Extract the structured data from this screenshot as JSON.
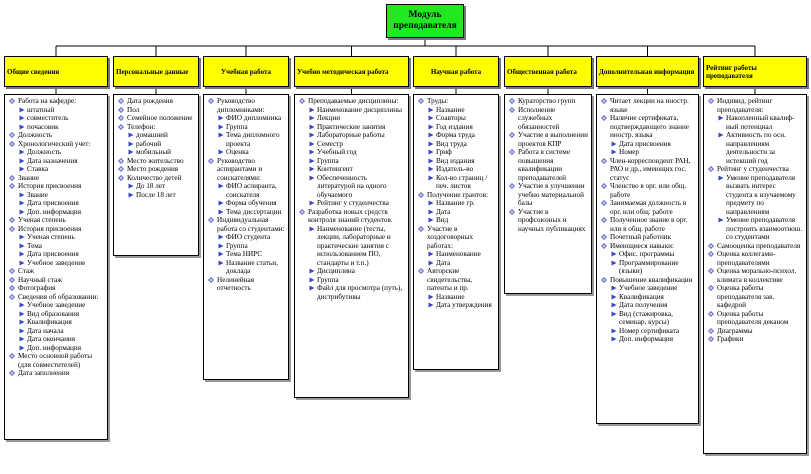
{
  "root": {
    "title": "Модуль преподавателя"
  },
  "colors": {
    "root_fill": "#22e822",
    "header_fill": "#ffff00",
    "l1_bullet": "#5560c8",
    "l2_bullet": "#3a48c0"
  },
  "icons": {
    "level1": "diamond-bullet-icon",
    "level2": "arrow-bullet-icon"
  },
  "columns": [
    {
      "header": "Общие сведения",
      "items": [
        {
          "t": "Работа на кафедре:",
          "lvl": 1
        },
        {
          "t": "штатный",
          "lvl": 2
        },
        {
          "t": "совместитель",
          "lvl": 2
        },
        {
          "t": "почасовик",
          "lvl": 2
        },
        {
          "t": "Должность",
          "lvl": 1
        },
        {
          "t": "Хронологический учет:",
          "lvl": 1
        },
        {
          "t": "Должность",
          "lvl": 2
        },
        {
          "t": "Дата назначения",
          "lvl": 2
        },
        {
          "t": "Ставка",
          "lvl": 2
        },
        {
          "t": "Звание",
          "lvl": 1
        },
        {
          "t": "История присвоения",
          "lvl": 1
        },
        {
          "t": "Звание",
          "lvl": 2
        },
        {
          "t": "Дата присвоения",
          "lvl": 2
        },
        {
          "t": "Доп. информация",
          "lvl": 2
        },
        {
          "t": "Ученая степень",
          "lvl": 1
        },
        {
          "t": "История присвоения",
          "lvl": 1
        },
        {
          "t": "Ученая степень",
          "lvl": 2
        },
        {
          "t": "Тема",
          "lvl": 2
        },
        {
          "t": "Дата присвоения",
          "lvl": 2
        },
        {
          "t": "Учебное заведение",
          "lvl": 2
        },
        {
          "t": "Стаж",
          "lvl": 1
        },
        {
          "t": "Научный стаж",
          "lvl": 1
        },
        {
          "t": "Фотография",
          "lvl": 1
        },
        {
          "t": "Сведения об образовании:",
          "lvl": 1
        },
        {
          "t": "Учебное заведение",
          "lvl": 2
        },
        {
          "t": "Вид образования",
          "lvl": 2
        },
        {
          "t": "Квалификация",
          "lvl": 2
        },
        {
          "t": "Дата начала",
          "lvl": 2
        },
        {
          "t": "Дата окончания",
          "lvl": 2
        },
        {
          "t": "Доп. информация",
          "lvl": 2
        },
        {
          "t": "Место основной работы (для совместителей)",
          "lvl": 1
        },
        {
          "t": "Дата заполнения",
          "lvl": 1
        }
      ]
    },
    {
      "header": "Персональные данные",
      "items": [
        {
          "t": "Дата рождения",
          "lvl": 1
        },
        {
          "t": "Пол",
          "lvl": 1
        },
        {
          "t": "Семейное положение",
          "lvl": 1
        },
        {
          "t": "Телефон:",
          "lvl": 1
        },
        {
          "t": "домашний",
          "lvl": 2
        },
        {
          "t": "рабочий",
          "lvl": 2
        },
        {
          "t": "мобильный",
          "lvl": 2
        },
        {
          "t": "Место жительство",
          "lvl": 1
        },
        {
          "t": "Место рождения",
          "lvl": 1
        },
        {
          "t": "Количество детей",
          "lvl": 1
        },
        {
          "t": "До 18 лет",
          "lvl": 2
        },
        {
          "t": "После 18 лет",
          "lvl": 2
        }
      ]
    },
    {
      "header": "Учебная работа",
      "items": [
        {
          "t": "Руководство дипломниками:",
          "lvl": 1
        },
        {
          "t": "ФИО дипломника",
          "lvl": 2
        },
        {
          "t": "Группа",
          "lvl": 2
        },
        {
          "t": "Тема дипломного проекта",
          "lvl": 2
        },
        {
          "t": "Оценка",
          "lvl": 2
        },
        {
          "t": "Руководство аспирантами и соискателями:",
          "lvl": 1
        },
        {
          "t": "ФИО аспиранта, соискателя",
          "lvl": 2
        },
        {
          "t": "Форма обучения",
          "lvl": 2
        },
        {
          "t": "Тема диссертации",
          "lvl": 2
        },
        {
          "t": "Индивидуальная работа со студентами:",
          "lvl": 1
        },
        {
          "t": "ФИО студента",
          "lvl": 2
        },
        {
          "t": "Группа",
          "lvl": 2
        },
        {
          "t": "Тема НИРС",
          "lvl": 2
        },
        {
          "t": "Название статьи, доклада",
          "lvl": 2
        },
        {
          "t": "Нелинейная отчетность",
          "lvl": 1
        }
      ]
    },
    {
      "header": "Учебно методическая работа",
      "items": [
        {
          "t": "Преподаваемые дисциплины:",
          "lvl": 1
        },
        {
          "t": "Наименование дисциплины",
          "lvl": 2
        },
        {
          "t": "Лекции",
          "lvl": 2
        },
        {
          "t": "Практические занятия",
          "lvl": 2
        },
        {
          "t": "Лабораторные работы",
          "lvl": 2
        },
        {
          "t": "Семестр",
          "lvl": 2
        },
        {
          "t": "Учебный год",
          "lvl": 2
        },
        {
          "t": "Группа",
          "lvl": 2
        },
        {
          "t": "Контингент",
          "lvl": 2
        },
        {
          "t": "Обеспеченность литературой на одного обучаемого",
          "lvl": 2
        },
        {
          "t": "Рейтинг у студенчества",
          "lvl": 2
        },
        {
          "t": "Разработка новых средств контроля знаний студентов.",
          "lvl": 1
        },
        {
          "t": "Наименование (тесты, лекции, лабораторные и практические занятия с использованием ПО, стандарты и т.п.)",
          "lvl": 2
        },
        {
          "t": "Дисциплина",
          "lvl": 2
        },
        {
          "t": "Группа",
          "lvl": 2
        },
        {
          "t": "Файл для просмотра (путь), дистрибутивы",
          "lvl": 2
        }
      ]
    },
    {
      "header": "Научная работа",
      "items": [
        {
          "t": "Труды:",
          "lvl": 1
        },
        {
          "t": "Название",
          "lvl": 2
        },
        {
          "t": "Соавторы",
          "lvl": 2
        },
        {
          "t": "Год издания",
          "lvl": 2
        },
        {
          "t": "Форма труда",
          "lvl": 2
        },
        {
          "t": "Вид труда",
          "lvl": 2
        },
        {
          "t": "Гриф",
          "lvl": 2
        },
        {
          "t": "Вид издания",
          "lvl": 2
        },
        {
          "t": "Издатель-во",
          "lvl": 2
        },
        {
          "t": "Кол-во страниц / печ. листов",
          "lvl": 2
        },
        {
          "t": "Получение грантов:",
          "lvl": 1
        },
        {
          "t": "Название гр.",
          "lvl": 2
        },
        {
          "t": "Дата",
          "lvl": 2
        },
        {
          "t": "Вид",
          "lvl": 2
        },
        {
          "t": "Участие в хоздоговорных работах:",
          "lvl": 1
        },
        {
          "t": "Наименование",
          "lvl": 2
        },
        {
          "t": "Дата",
          "lvl": 2
        },
        {
          "t": "Авторские свидетельства, патенты и пр.",
          "lvl": 1
        },
        {
          "t": "Название",
          "lvl": 2
        },
        {
          "t": "Дата утверждения",
          "lvl": 2
        }
      ]
    },
    {
      "header": "Общественная работа",
      "items": [
        {
          "t": "Кураторство групп",
          "lvl": 1
        },
        {
          "t": "Исполнение служебных обязанностей",
          "lvl": 1
        },
        {
          "t": "Участие в выполнении проектов КПР",
          "lvl": 1
        },
        {
          "t": "Работа в системе повышения квалификации преподавателей",
          "lvl": 1
        },
        {
          "t": "Участие в улучшении учебно материальной базы",
          "lvl": 1
        },
        {
          "t": "Участие в профсоюзных и научных публикациях",
          "lvl": 1
        }
      ]
    },
    {
      "header": "Дополнительная информация",
      "items": [
        {
          "t": "Читает лекции на иностр. языке",
          "lvl": 1
        },
        {
          "t": "Наличие сертификата, подтверждающего знание иностр. языка",
          "lvl": 1
        },
        {
          "t": "Дата присвоения",
          "lvl": 2
        },
        {
          "t": "Номер",
          "lvl": 2
        },
        {
          "t": "Член-корреспондент РАН, РАО и др., имеющих гос. статус",
          "lvl": 1
        },
        {
          "t": "Членство в орг. или общ. работе",
          "lvl": 1
        },
        {
          "t": "Занимаемая должность в орг. или общ. работе",
          "lvl": 1
        },
        {
          "t": "Полученное звание в орг. или в общ. работе",
          "lvl": 1
        },
        {
          "t": "Почетный работник",
          "lvl": 1
        },
        {
          "t": "Имеющиеся навыки:",
          "lvl": 1
        },
        {
          "t": "Офис. программы",
          "lvl": 2
        },
        {
          "t": "Программирование (языки)",
          "lvl": 2
        },
        {
          "t": "Повышение квалификации",
          "lvl": 1
        },
        {
          "t": "Учебное заведение",
          "lvl": 2
        },
        {
          "t": "Квалификация",
          "lvl": 2
        },
        {
          "t": "Дата получения",
          "lvl": 2
        },
        {
          "t": "Вид (стажировка, семинар, курсы)",
          "lvl": 2
        },
        {
          "t": "Номер сертификата",
          "lvl": 2
        },
        {
          "t": "Доп. информация",
          "lvl": 2
        }
      ]
    },
    {
      "header": "Рейтинг работы преподавателя",
      "items": [
        {
          "t": "Индивид. рейтинг преподавателя:",
          "lvl": 1
        },
        {
          "t": "Накопленный квалиф-ный потенциал",
          "lvl": 2
        },
        {
          "t": "Активность по осн. направлениям деятельности за истекший год",
          "lvl": 2
        },
        {
          "t": "Рейтинг у студенчества",
          "lvl": 1
        },
        {
          "t": "Умение преподавателя вызвать интерес студента к изучаемому предмету по направлениям",
          "lvl": 2
        },
        {
          "t": "Умение преподавателя построить взаимоотнош. со студентами",
          "lvl": 2
        },
        {
          "t": "Самооценка преподавателя",
          "lvl": 1
        },
        {
          "t": "Оценка коллегами-преподавателями",
          "lvl": 1
        },
        {
          "t": "Оценка морально-психол. климата в коллективе",
          "lvl": 1
        },
        {
          "t": "Оценка работы преподавателя зав. кафедрой",
          "lvl": 1
        },
        {
          "t": "Оценка работы преподавателя деканом",
          "lvl": 1
        },
        {
          "t": "Диаграммы",
          "lvl": 1
        },
        {
          "t": "Графики",
          "lvl": 1
        }
      ]
    }
  ]
}
